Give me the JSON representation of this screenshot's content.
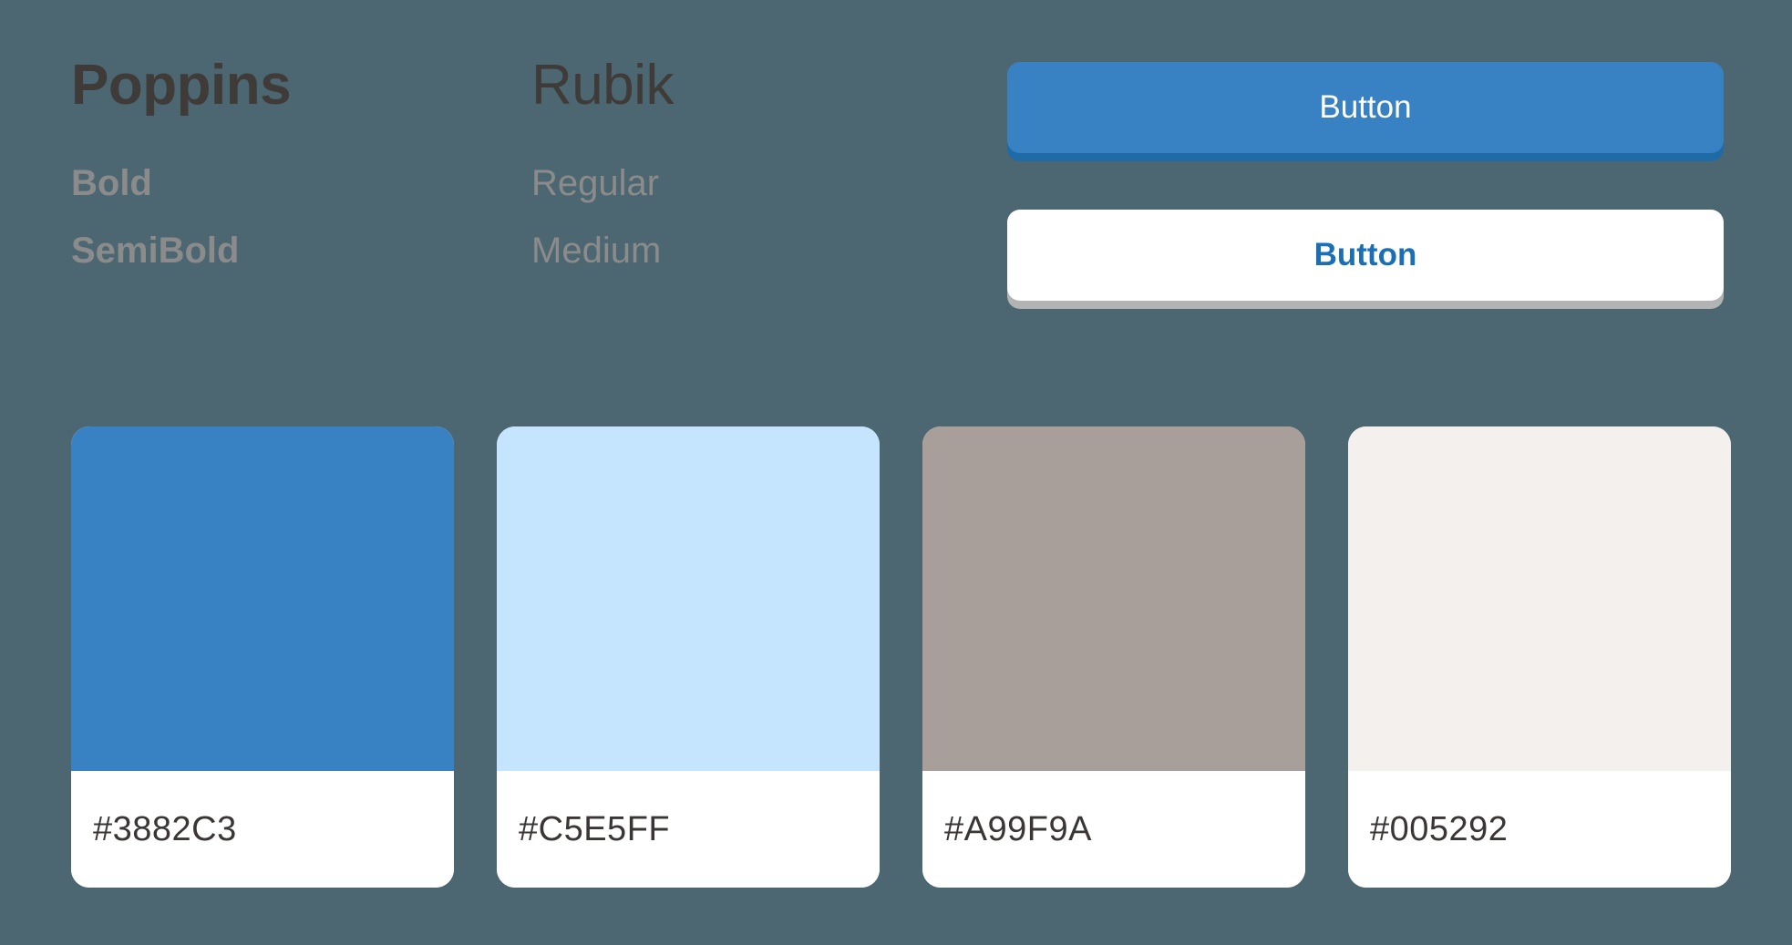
{
  "background_color": "#4C6771",
  "typography": {
    "columns": [
      {
        "family": "Poppins",
        "weights": [
          "Bold",
          "SemiBold"
        ]
      },
      {
        "family": "Rubik",
        "weights": [
          "Regular",
          "Medium"
        ]
      }
    ],
    "family_color": "#3F3B39",
    "weight_color": "#8B8B8B"
  },
  "buttons": {
    "primary": {
      "label": "Button",
      "fill": "#3882C3",
      "shadow": "#1E6BA8",
      "text_color": "#FFFFFF"
    },
    "secondary": {
      "label": "Button",
      "fill": "#FFFFFF",
      "shadow": "#B3B3B3",
      "text_color": "#1A6FB5"
    }
  },
  "swatches": [
    {
      "label": "#3882C3",
      "color": "#3882C3"
    },
    {
      "label": "#C5E5FF",
      "color": "#C5E5FF"
    },
    {
      "label": "#A99F9A",
      "color": "#A99F9A"
    },
    {
      "label": "#005292",
      "color": "#F3F0EE"
    }
  ]
}
